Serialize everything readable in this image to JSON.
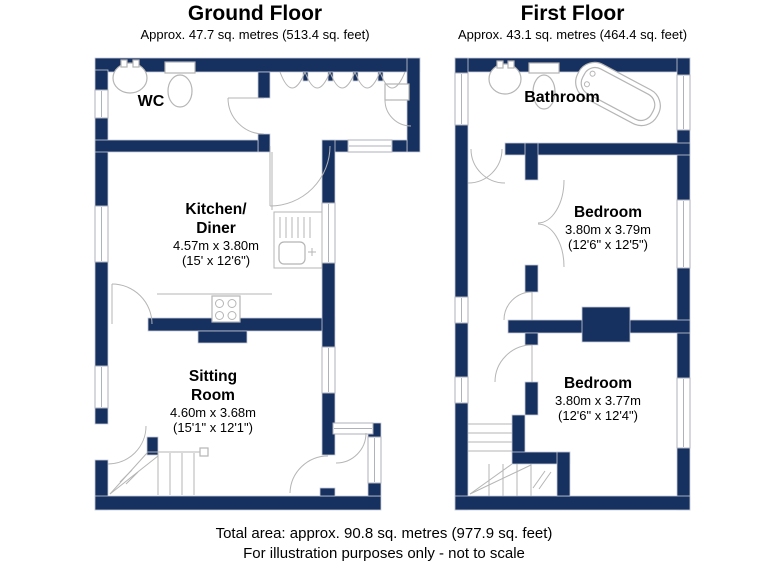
{
  "ground_floor": {
    "title": "Ground Floor",
    "area": "Approx. 47.7 sq. metres (513.4 sq. feet)",
    "rooms": {
      "wc": {
        "name": "WC"
      },
      "kitchen": {
        "name_line1": "Kitchen/",
        "name_line2": "Diner",
        "dimensions_metric": "4.57m x 3.80m",
        "dimensions_imperial": "(15' x 12'6\")"
      },
      "sitting": {
        "name_line1": "Sitting",
        "name_line2": "Room",
        "dimensions_metric": "4.60m x 3.68m",
        "dimensions_imperial": "(15'1\" x 12'1\")"
      }
    }
  },
  "first_floor": {
    "title": "First Floor",
    "area": "Approx. 43.1 sq. metres (464.4 sq. feet)",
    "rooms": {
      "bathroom": {
        "name": "Bathroom"
      },
      "bedroom1": {
        "name": "Bedroom",
        "dimensions_metric": "3.80m x 3.79m",
        "dimensions_imperial": "(12'6\" x 12'5\")"
      },
      "bedroom2": {
        "name": "Bedroom",
        "dimensions_metric": "3.80m x 3.77m",
        "dimensions_imperial": "(12'6\" x 12'4\")"
      }
    }
  },
  "footer": {
    "total_area": "Total area: approx. 90.8 sq. metres (977.9 sq. feet)",
    "disclaimer": "For illustration purposes only - not to scale"
  },
  "colors": {
    "wall": "#16305f",
    "fixture_outline": "#b5b5b5",
    "background": "#ffffff",
    "text": "#000000"
  }
}
